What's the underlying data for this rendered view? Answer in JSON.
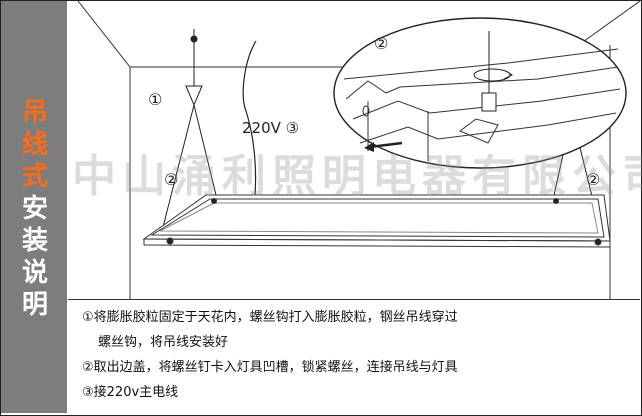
{
  "sidebar": {
    "title_orange": [
      "吊",
      "线",
      "式"
    ],
    "title_white": [
      "安",
      "装",
      "说",
      "明"
    ],
    "bg_color": "#7d7d7d",
    "accent_color": "#ff6a13"
  },
  "diagram": {
    "step_labels": [
      "①",
      "②",
      "②",
      "②"
    ],
    "voltage_label": "220V ③",
    "watermark": "中山涌利照明电器有限公司"
  },
  "instructions": {
    "line1": "①将膨胀胶粒固定于天花内，螺丝钩打入膨胀胶粒，钢丝吊线穿过",
    "line1_cont": "螺丝钩，将吊线安装好",
    "line2": "②取出边盖，将螺丝钉卡入灯具凹槽，锁紧螺丝，连接吊线与灯具",
    "line3": "③接220v主电线"
  }
}
